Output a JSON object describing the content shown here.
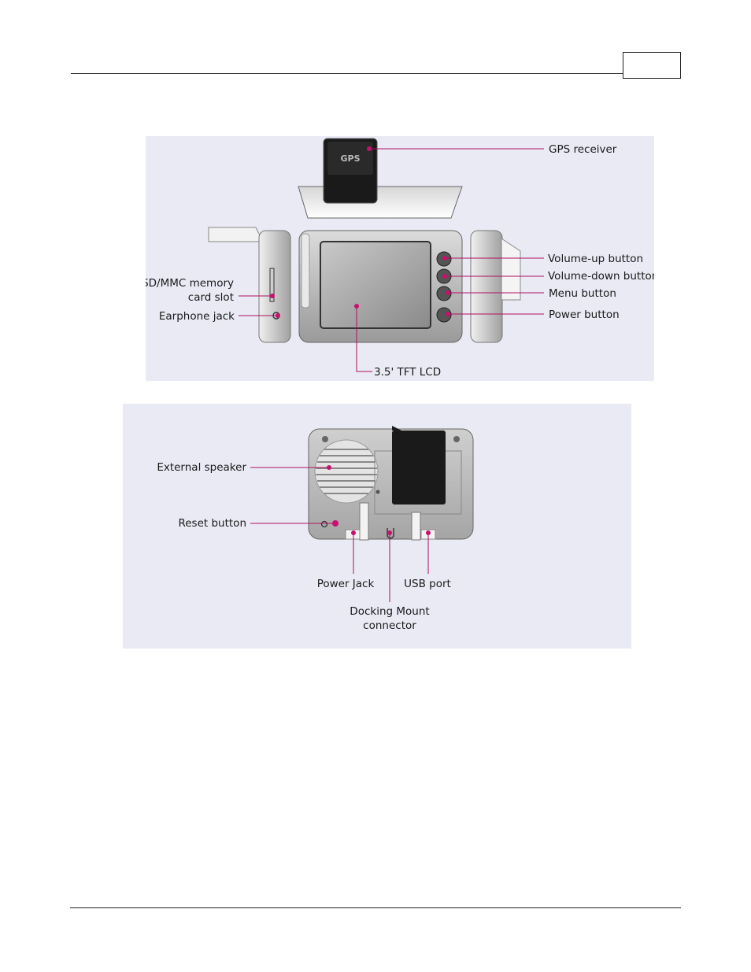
{
  "front_figure": {
    "gps_logo": "GPS",
    "callouts": {
      "gps_receiver": "GPS receiver",
      "volume_up": "Volume-up button",
      "volume_down": "Volume-down button",
      "menu": "Menu button",
      "power": "Power button",
      "sd_line1": "SD/MMC memory",
      "sd_line2": "card slot",
      "earphone": "Earphone jack",
      "lcd": "3.5' TFT LCD"
    }
  },
  "back_figure": {
    "callouts": {
      "speaker": "External speaker",
      "reset": "Reset button",
      "power_jack": "Power Jack",
      "usb": "USB port",
      "dock_line1": "Docking Mount",
      "dock_line2": "connector"
    }
  },
  "colors": {
    "panel_bg": "#e9eaf4",
    "callout_dot": "#c8106e",
    "callout_line": "#b0105f"
  }
}
